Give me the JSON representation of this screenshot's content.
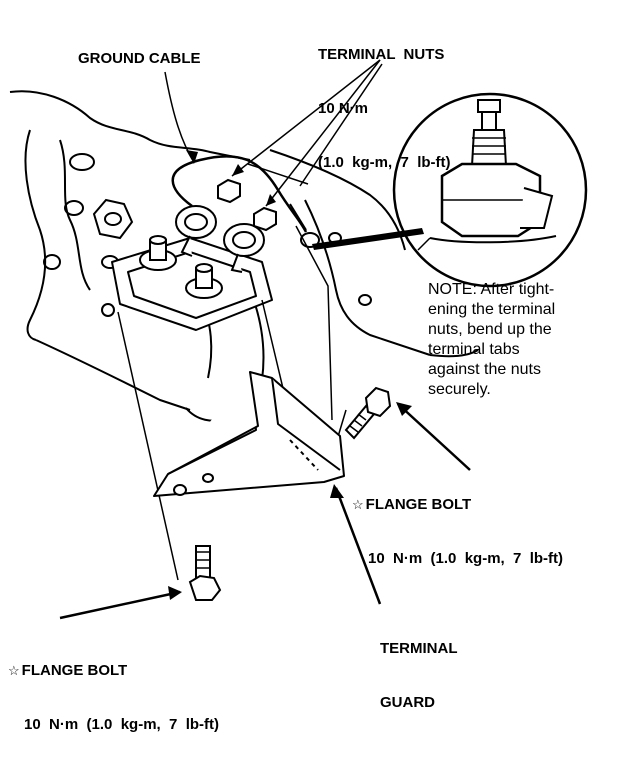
{
  "labels": {
    "terminal_nuts": {
      "name": "TERMINAL  NUTS",
      "torque_1": "10 N·m",
      "torque_2": "(1.0  kg-m,  7  lb-ft)"
    },
    "ground_cable": "GROUND CABLE",
    "note_lines": [
      "NOTE: After tight-",
      "ening the terminal",
      "nuts, bend up the",
      "terminal tabs",
      "against the nuts",
      "securely."
    ],
    "flange_bolt_right": {
      "symbol": "☆",
      "name": "FLANGE BOLT",
      "torque": "10  N·m  (1.0  kg-m,  7  lb-ft)"
    },
    "flange_bolt_left": {
      "symbol": "☆",
      "name": "FLANGE BOLT",
      "torque": "10  N·m  (1.0  kg-m,  7  lb-ft)"
    },
    "terminal_guard": [
      "TERMINAL",
      "GUARD"
    ]
  },
  "icons": {
    "star_marker": "star-outline-icon"
  }
}
